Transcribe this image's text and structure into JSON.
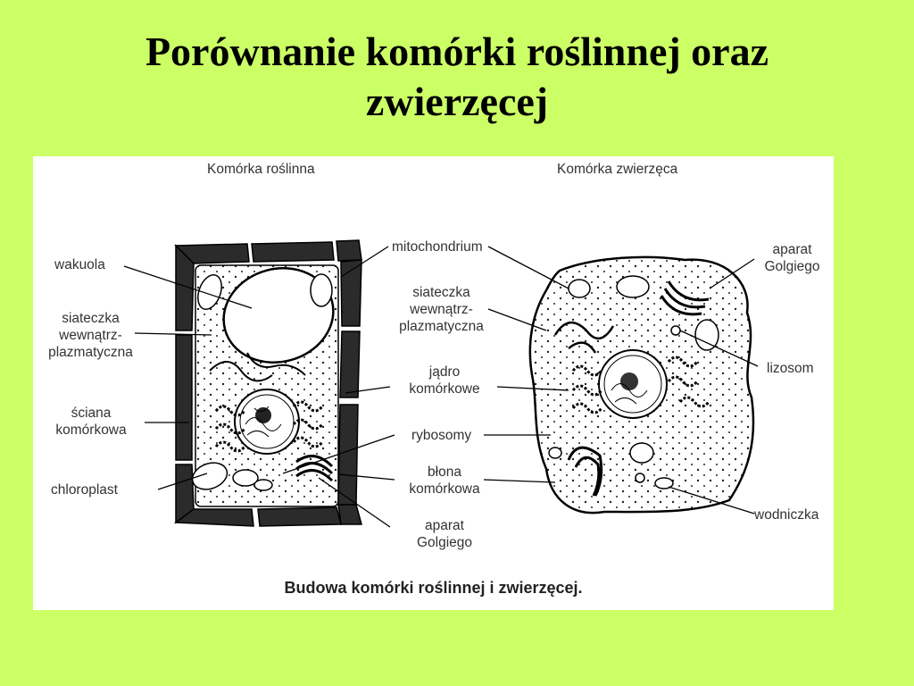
{
  "slide": {
    "title_line1": "Porównanie komórki roślinnej oraz",
    "title_line2": "zwierzęcej",
    "background_color": "#ccff66"
  },
  "figure": {
    "plant_cell_heading": "Komórka roślinna",
    "animal_cell_heading": "Komórka zwierzęca",
    "plant_labels": {
      "wakuola": "wakuola",
      "er_l1": "siateczka",
      "er_l2": "wewnątrz-",
      "er_l3": "plazmatyczna",
      "wall_l1": "ściana",
      "wall_l2": "komórkowa",
      "chloroplast": "chloroplast"
    },
    "shared_labels": {
      "mitochondrium": "mitochondrium",
      "er_l1": "siateczka",
      "er_l2": "wewnątrz-",
      "er_l3": "plazmatyczna",
      "nucleus_l1": "jądro",
      "nucleus_l2": "komórkowe",
      "rybosomy": "rybosomy",
      "membrane_l1": "błona",
      "membrane_l2": "komórkowa",
      "golgi_l1": "aparat",
      "golgi_l2": "Golgiego"
    },
    "animal_labels": {
      "golgi_l1": "aparat",
      "golgi_l2": "Golgiego",
      "lizosom": "lizosom",
      "wodniczka": "wodniczka"
    },
    "caption": "Budowa komórki roślinnej i zwierzęcej."
  }
}
